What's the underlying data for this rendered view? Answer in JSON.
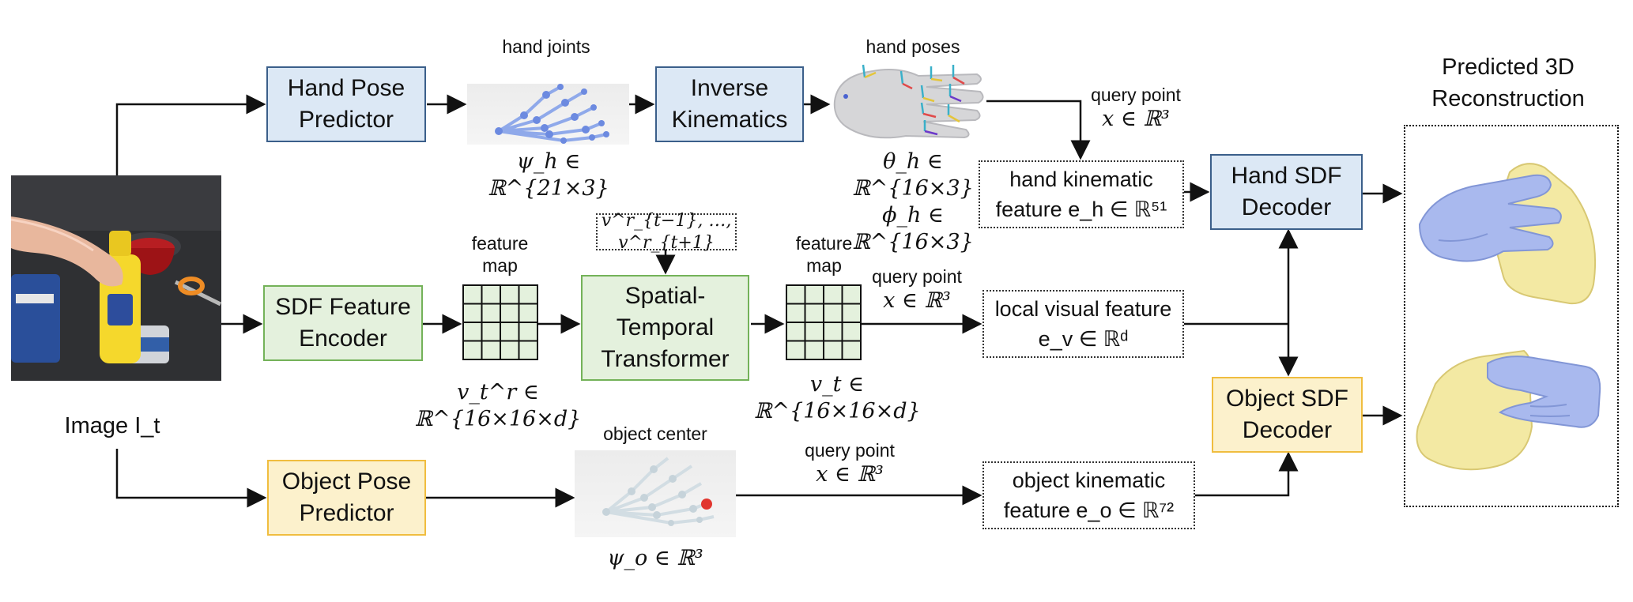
{
  "input": {
    "image_label": "Image I_t"
  },
  "modules": {
    "hand_pose_predictor": "Hand Pose\nPredictor",
    "inverse_kinematics": "Inverse\nKinematics",
    "sdf_feature_encoder": "SDF Feature\nEncoder",
    "spatial_temporal_transformer": "Spatial-\nTemporal\nTransformer",
    "object_pose_predictor": "Object Pose\nPredictor",
    "hand_sdf_decoder": "Hand SDF\nDecoder",
    "object_sdf_decoder": "Object SDF\nDecoder"
  },
  "features": {
    "hand_kinematic": "hand kinematic\nfeature e_h ∈ ℝ⁵¹",
    "local_visual": "local visual feature\ne_v ∈ ℝᵈ",
    "object_kinematic": "object kinematic\nfeature e_o ∈ ℝ⁷²",
    "temporal_input": "v^r_{t−1}, …, v^r_{t+1}"
  },
  "labels": {
    "hand_joints": "hand joints",
    "hand_poses": "hand poses",
    "feature_map": "feature\nmap",
    "object_center": "object center",
    "query_point": "query point",
    "predicted": "Predicted 3D\nReconstruction"
  },
  "math": {
    "psi_h": "ψ_h ∈ ℝ^{21×3}",
    "theta_phi": "θ_h ∈ ℝ^{16×3}\nϕ_h ∈ ℝ^{16×3}",
    "query_x": "x ∈ ℝ³",
    "v_t_r": "v_t^r ∈ ℝ^{16×16×d}",
    "v_t": "v_t ∈ ℝ^{16×16×d}",
    "psi_o": "ψ_o ∈ ℝ³"
  },
  "colors": {
    "blue_fill": "#dce8f5",
    "blue_border": "#3b5f8a",
    "green_fill": "#e4f1dd",
    "green_border": "#74b259",
    "yellow_fill": "#fcf1cc",
    "yellow_border": "#f0bd3f",
    "hand_mesh": "#a9b9ee",
    "object_mesh": "#f3e9a3"
  }
}
